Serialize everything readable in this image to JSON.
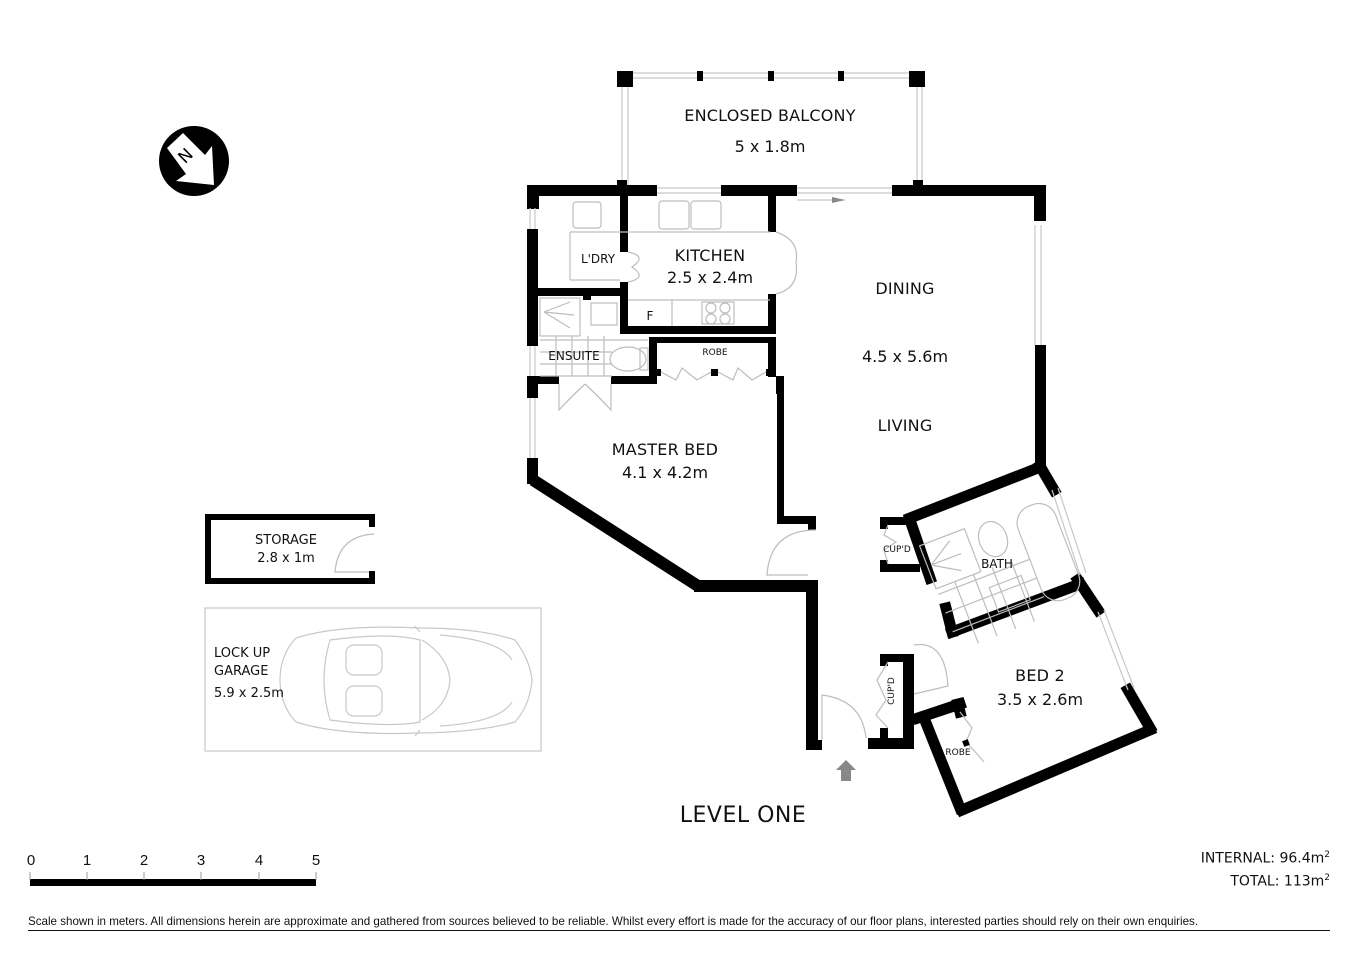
{
  "plan": {
    "level_title": "LEVEL ONE",
    "compass": {
      "icon": "north-arrow-icon",
      "letter": "N"
    },
    "entry_arrow": {
      "icon": "entry-arrow-icon",
      "color": "#888888"
    },
    "rooms": {
      "balcony": {
        "name": "ENCLOSED BALCONY",
        "dims": "5 x 1.8m"
      },
      "kitchen": {
        "name": "KITCHEN",
        "dims": "2.5 x 2.4m"
      },
      "laundry": {
        "name": "L'DRY"
      },
      "fridge": {
        "name": "F"
      },
      "ensuite": {
        "name": "ENSUITE"
      },
      "robe_master": {
        "name": "ROBE"
      },
      "master_bed": {
        "name": "MASTER BED",
        "dims": "4.1 x 4.2m"
      },
      "dining": {
        "name": "DINING"
      },
      "dining_living_dims": "4.5 x 5.6m",
      "living": {
        "name": "LIVING"
      },
      "cupd_1": {
        "name": "CUP'D"
      },
      "cupd_2": {
        "name": "CUP'D"
      },
      "bath": {
        "name": "BATH"
      },
      "bed2": {
        "name": "BED 2",
        "dims": "3.5 x 2.6m"
      },
      "robe_bed2": {
        "name": "ROBE"
      },
      "storage": {
        "name": "STORAGE",
        "dims": "2.8 x 1m"
      },
      "garage": {
        "name_line1": "LOCK UP",
        "name_line2": "GARAGE",
        "dims": "5.9 x 2.5m"
      }
    }
  },
  "scale_bar": {
    "unit": "meters",
    "ticks": [
      "0",
      "1",
      "2",
      "3",
      "4",
      "5"
    ]
  },
  "areas": {
    "internal_label": "INTERNAL:",
    "internal_value": "96.4m",
    "total_label": "TOTAL:",
    "total_value": "113m",
    "unit_sup": "2"
  },
  "disclaimer": "Scale shown in meters. All dimensions herein are approximate and gathered from sources believed to be  reliable. Whilst every effort is made for the accuracy of our floor plans, interested parties should rely on their own enquiries.",
  "colors": {
    "wall": "#000000",
    "fixture": "#bdbdbd",
    "arrow": "#888888",
    "background": "#ffffff"
  }
}
